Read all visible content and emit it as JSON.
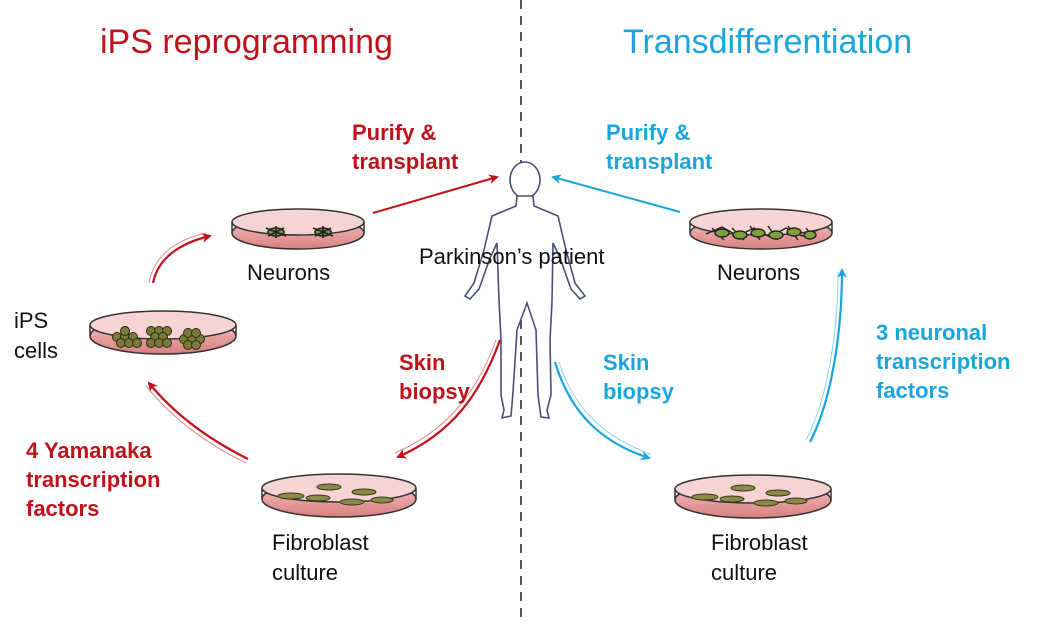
{
  "headings": {
    "left": "iPS reprogramming",
    "right": "Transdifferentiation"
  },
  "center": {
    "patient": "Parkinson’s patient"
  },
  "left": {
    "purify": [
      "Purify &",
      "transplant"
    ],
    "neurons": "Neurons",
    "ips": [
      "iPS",
      "cells"
    ],
    "skin": [
      "Skin",
      "biopsy"
    ],
    "factors": [
      "4 Yamanaka",
      "transcription",
      "factors"
    ],
    "fibroblast": [
      "Fibroblast",
      "culture"
    ]
  },
  "right": {
    "purify": [
      "Purify &",
      "transplant"
    ],
    "neurons": "Neurons",
    "skin": [
      "Skin",
      "biopsy"
    ],
    "factors": [
      "3 neuronal",
      "transcription",
      "factors"
    ],
    "fibroblast": [
      "Fibroblast",
      "culture"
    ]
  },
  "colors": {
    "red": "#c0121b",
    "blue": "#1aa6dc",
    "dish_fill": "#e89a9a",
    "divider": "#555555"
  }
}
